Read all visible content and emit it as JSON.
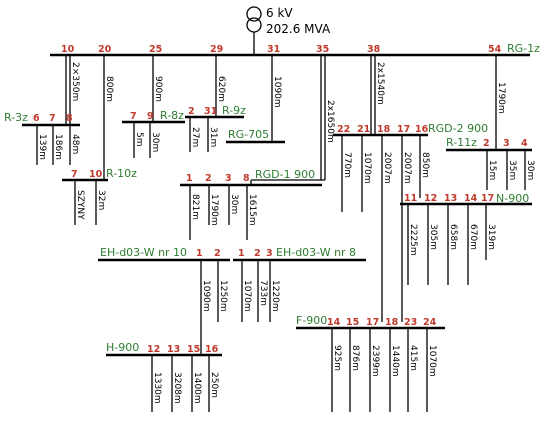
{
  "source": {
    "voltage": "6 kV",
    "power": "202.6 MVA"
  },
  "main_bus": {
    "name": "RG-1z",
    "nodes": [
      "10",
      "20",
      "25",
      "29",
      "31",
      "35",
      "38",
      "54"
    ]
  },
  "branches": {
    "n10": "2×350m",
    "n20": "800m",
    "n25": "900m",
    "n29": "620m",
    "n31": "1090m",
    "n35": "2x1650m",
    "n38": "2x1540m",
    "n54": "1790m"
  },
  "buses": {
    "r3z": {
      "name": "R-3z",
      "nodes": [
        "6",
        "7",
        "8"
      ],
      "labels": [
        "139m",
        "186m",
        "48m"
      ]
    },
    "r10z": {
      "name": "R-10z",
      "nodes": [
        "7",
        "10"
      ],
      "labels": [
        "SZYNY",
        "32m"
      ]
    },
    "r8z": {
      "name": "R-8z",
      "nodes": [
        "7",
        "9"
      ],
      "labels": [
        "5m",
        "30m"
      ]
    },
    "r9z": {
      "name": "R-9z",
      "nodes": [
        "2",
        "31"
      ],
      "labels": [
        "27m",
        "31m"
      ]
    },
    "rg705": {
      "name": "RG-705"
    },
    "rgd1": {
      "name": "RGD-1 900",
      "nodes": [
        "1",
        "2",
        "3",
        "8"
      ],
      "labels": [
        "821m",
        "1790m",
        "30m",
        "1615m"
      ]
    },
    "rgd2": {
      "name": "RGD-2 900",
      "nodes": [
        "22",
        "21",
        "18",
        "17",
        "16"
      ],
      "labels": [
        "770m",
        "1070m",
        "2007m",
        "2007m",
        "850m"
      ]
    },
    "r11z": {
      "name": "R-11z",
      "nodes": [
        "2",
        "3",
        "4"
      ],
      "labels": [
        "15m",
        "35m",
        "30m"
      ]
    },
    "n900": {
      "name": "N-900",
      "nodes": [
        "11",
        "12",
        "13",
        "14",
        "17"
      ],
      "labels": [
        "2225m",
        "305m",
        "658m",
        "670m",
        "319m"
      ]
    },
    "eh10": {
      "name": "EH-d03-W nr 10",
      "nodes": [
        "1",
        "2"
      ],
      "labels": [
        "1090m",
        "1250m"
      ]
    },
    "eh8": {
      "name": "EH-d03-W nr 8",
      "nodes": [
        "1",
        "2",
        "3"
      ],
      "labels": [
        "1070m",
        "733m",
        "1220m"
      ]
    },
    "f900": {
      "name": "F-900",
      "nodes": [
        "14",
        "15",
        "17",
        "18",
        "23",
        "24"
      ],
      "labels": [
        "925m",
        "876m",
        "2399m",
        "1440m",
        "415m",
        "1070m"
      ]
    },
    "h900": {
      "name": "H-900",
      "nodes": [
        "12",
        "13",
        "15",
        "16"
      ],
      "labels": [
        "1330m",
        "3208m",
        "1400m",
        "250m"
      ]
    }
  }
}
